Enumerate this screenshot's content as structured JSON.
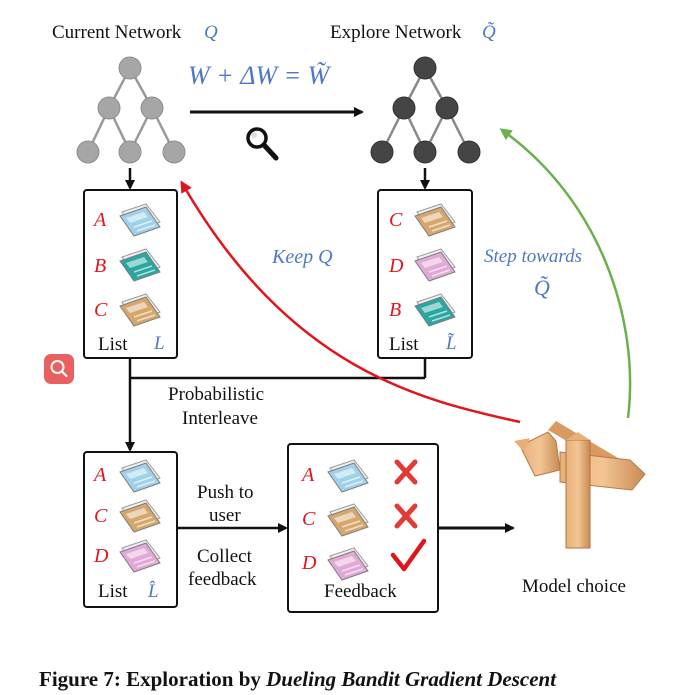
{
  "networks": {
    "current_label": "Current Network",
    "current_symbol": "Q",
    "explore_label": "Explore Network",
    "explore_symbol": "Q̃"
  },
  "update_formula": "W + ΔW = W̃",
  "lists": {
    "current": {
      "items": [
        "A",
        "B",
        "C"
      ],
      "label": "List",
      "symbol": "L"
    },
    "explore": {
      "items": [
        "C",
        "D",
        "B"
      ],
      "label": "List",
      "symbol": "L̃"
    },
    "interleaved": {
      "items": [
        "A",
        "C",
        "D"
      ],
      "label": "List",
      "symbol": "L̂"
    }
  },
  "feedback": {
    "items": [
      "A",
      "C",
      "D"
    ],
    "label": "Feedback"
  },
  "annotations": {
    "keep": "Keep Q",
    "step_line1": "Step towards",
    "step_line2": "Q̃",
    "interleave_line1": "Probabilistic",
    "interleave_line2": "Interleave",
    "push_line1": "Push to",
    "push_line2": "user",
    "collect_line1": "Collect",
    "collect_line2": "feedback",
    "model_choice": "Model choice"
  },
  "caption": {
    "prefix": "Figure 7: Exploration by ",
    "emphasis": "Dueling Bandit Gradient Descent"
  },
  "colors": {
    "doc_blue": "#9fd1ea",
    "doc_teal": "#2aa6a3",
    "doc_tan": "#d6a76b",
    "doc_pink": "#e2a8d6",
    "accent_blue": "#4f78c4",
    "keep_arrow": "#e0161c",
    "step_arrow": "#6ab04c"
  }
}
